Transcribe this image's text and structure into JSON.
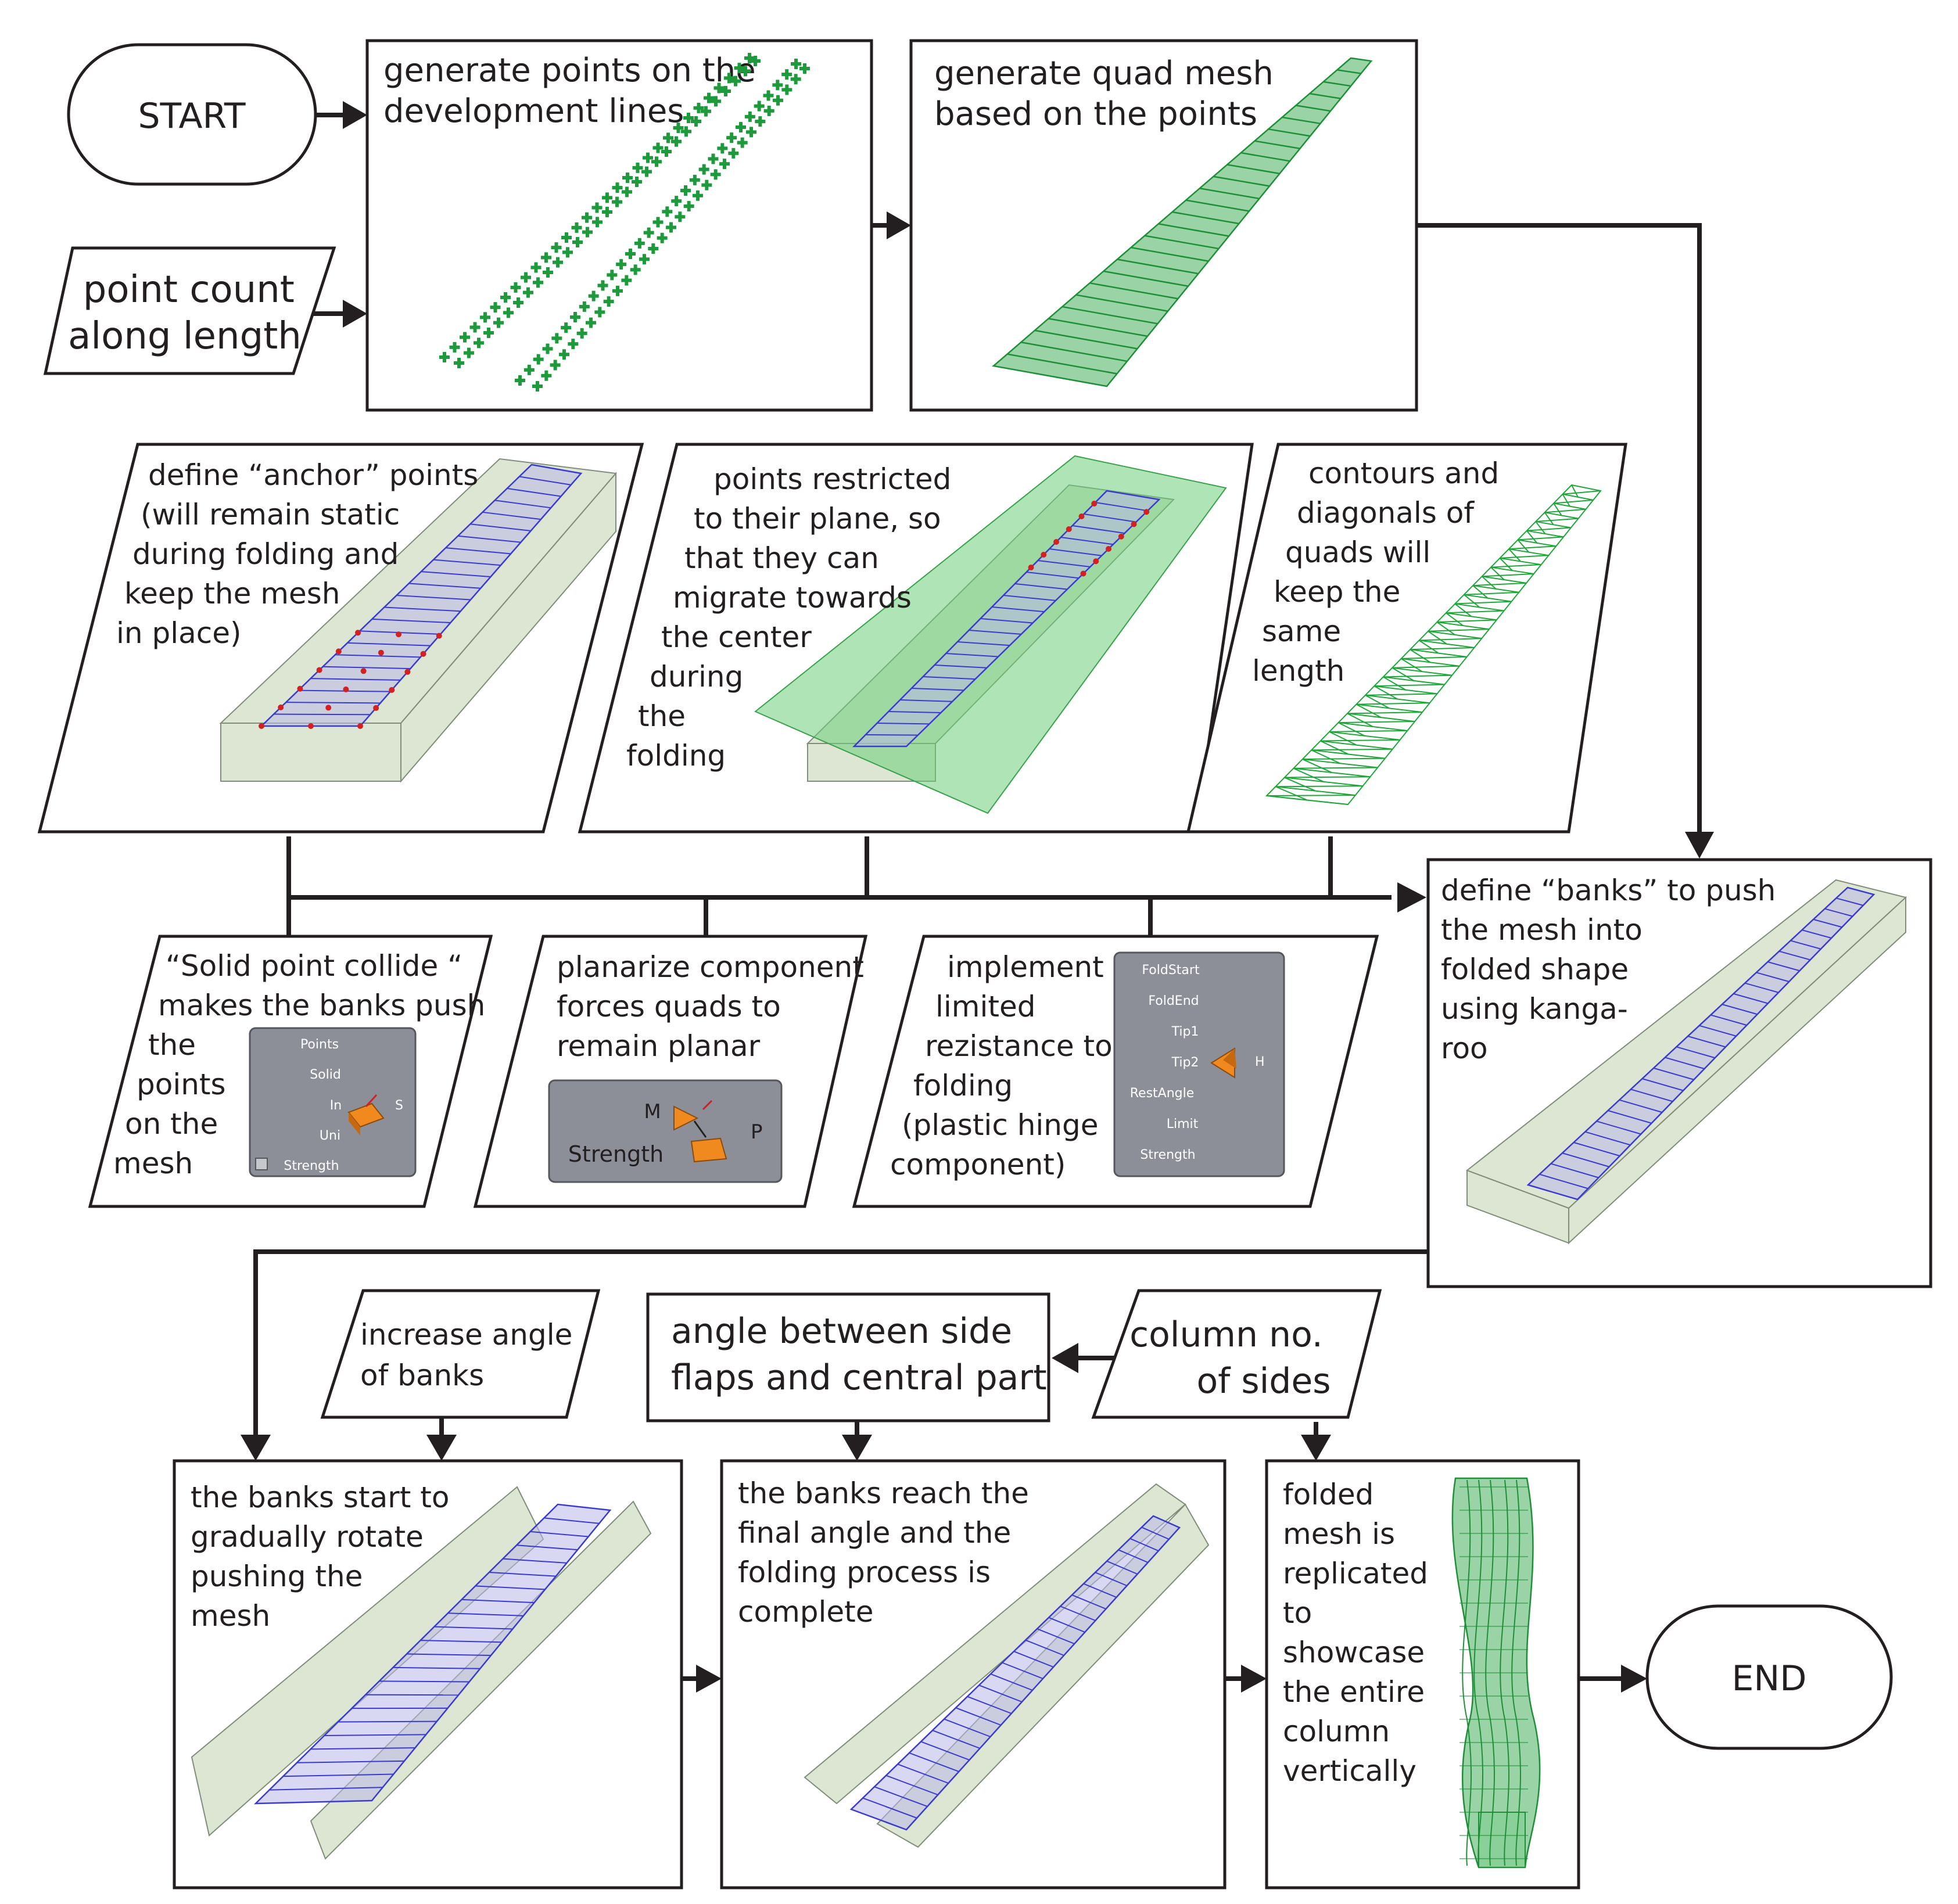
{
  "nodes": {
    "start": "START",
    "end": "END",
    "point_count": [
      "point count",
      "along length"
    ],
    "generate_points": [
      "generate points on the",
      "development lines"
    ],
    "generate_mesh": [
      "generate quad mesh",
      "based on the points"
    ],
    "anchor_points": [
      "define “anchor” points",
      "(will remain static",
      "during folding and",
      "keep the mesh",
      "in place)"
    ],
    "restricted_points": [
      "points restricted",
      "to their plane, so",
      "that they can",
      "migrate towards",
      "the center",
      "during",
      "the",
      "folding"
    ],
    "contours": [
      "contours and",
      "diagonals of",
      "quads will",
      "keep the",
      "same",
      "length"
    ],
    "banks": [
      "define “banks” to push",
      "the mesh into",
      "folded shape",
      "using kanga-",
      "roo"
    ],
    "solid_collide": [
      "“Solid point collide “",
      "makes the banks push",
      "the",
      "points",
      "on the",
      "mesh"
    ],
    "planarize": [
      "planarize component",
      "forces quads to",
      "remain planar"
    ],
    "hinge": [
      "implement",
      "limited",
      "rezistance to",
      "folding",
      "(plastic hinge",
      "component)"
    ],
    "increase_angle": [
      "increase angle",
      "of banks"
    ],
    "angle_between": [
      "angle between side",
      "flaps and central part"
    ],
    "column_sides": [
      "column no.",
      "of sides"
    ],
    "banks_rotate": [
      "the banks start to",
      "gradually rotate",
      "pushing the",
      "mesh"
    ],
    "banks_final": [
      "the banks reach the",
      "final angle and the",
      "folding process is",
      "complete"
    ],
    "replicated": [
      "folded",
      "mesh is",
      "replicated",
      "to",
      "showcase",
      "the entire",
      "column",
      "vertically"
    ]
  },
  "components": {
    "solid_point_collide": {
      "inputs": [
        "Points",
        "Solid",
        "In",
        "Uni",
        "Strength"
      ],
      "output": "S"
    },
    "planarize": {
      "inputs": [
        "M",
        "Strength"
      ],
      "output": "P"
    },
    "hinge": {
      "inputs": [
        "FoldStart",
        "FoldEnd",
        "Tip1",
        "Tip2",
        "RestAngle",
        "Limit",
        "Strength"
      ],
      "output": "H"
    }
  },
  "colors": {
    "ink": "#231f20",
    "points_green": "#1e9a3c",
    "mesh_green": "#47b15c",
    "mesh_blue": "#3a3ad0",
    "bank_green": "#c9d8bc",
    "component_grey": "#8d8f98",
    "component_orange": "#f08a1e"
  }
}
